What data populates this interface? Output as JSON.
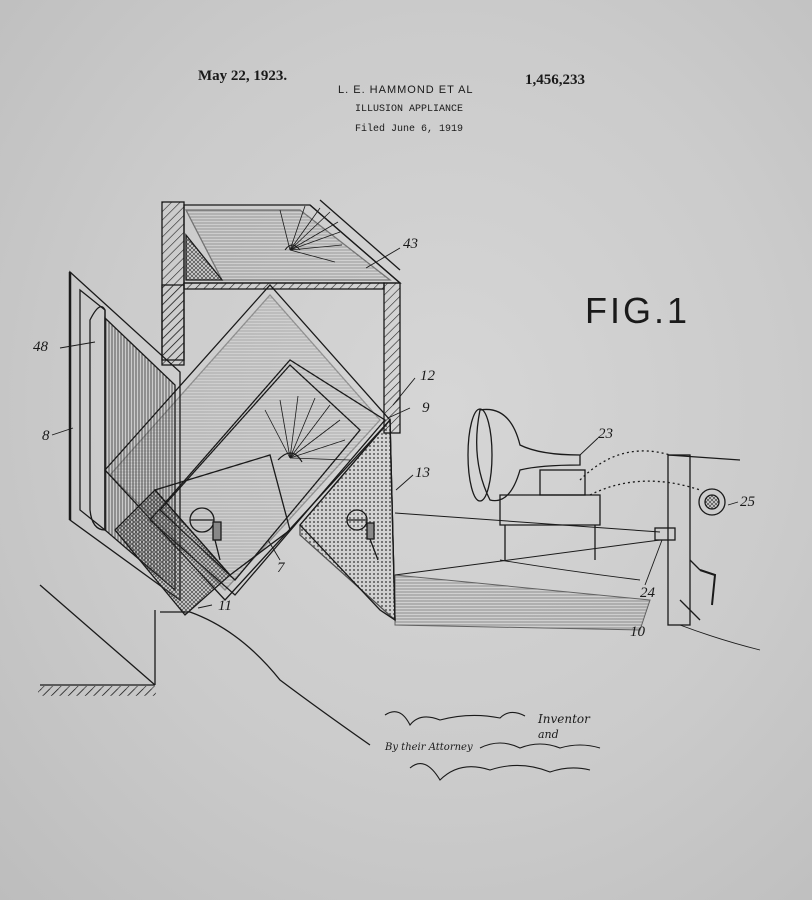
{
  "header": {
    "date": "May 22, 1923.",
    "inventors": "L. E. HAMMOND ET AL",
    "patent_number": "1,456,233",
    "title": "ILLUSION APPLIANCE",
    "filed": "Filed June 6, 1919"
  },
  "figure_label": "FIG.1",
  "reference_numerals": {
    "r43": "43",
    "r48": "48",
    "r8": "8",
    "r12": "12",
    "r9": "9",
    "r13": "13",
    "r7": "7",
    "r11": "11",
    "r23": "23",
    "r25": "25",
    "r24": "24",
    "r10": "10"
  },
  "signature_block": {
    "inventor_label": "Inventor",
    "and_label": "and",
    "attorney_label": "By their Attorney"
  },
  "colors": {
    "ink": "#1a1a1a",
    "paper": "#cbcbcb"
  }
}
